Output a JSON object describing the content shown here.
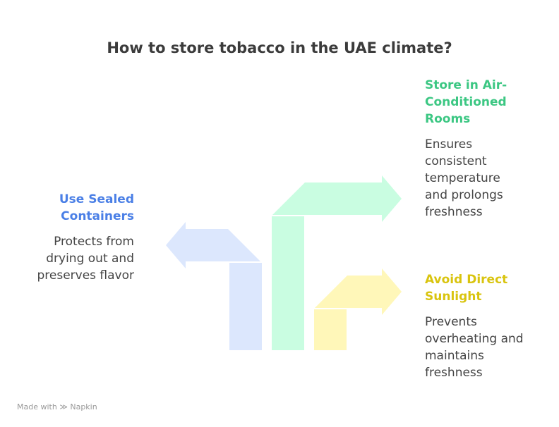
{
  "title": "How to store tobacco in the UAE climate?",
  "items": [
    {
      "heading": "Use Sealed Containers",
      "description": "Protects from drying out and preserves flavor",
      "color": "#4a7fe6",
      "fill": "#dce7fd"
    },
    {
      "heading": "Store in Air-Conditioned Rooms",
      "description": "Ensures consistent temperature and prolongs freshness",
      "color": "#3cc783",
      "fill": "#c9fde1"
    },
    {
      "heading": "Avoid Direct Sunlight",
      "description": "Prevents overheating and maintains freshness",
      "color": "#d9c40f",
      "fill": "#fff7b9"
    }
  ],
  "footer": {
    "text": "Made with",
    "brand": "Napkin"
  }
}
